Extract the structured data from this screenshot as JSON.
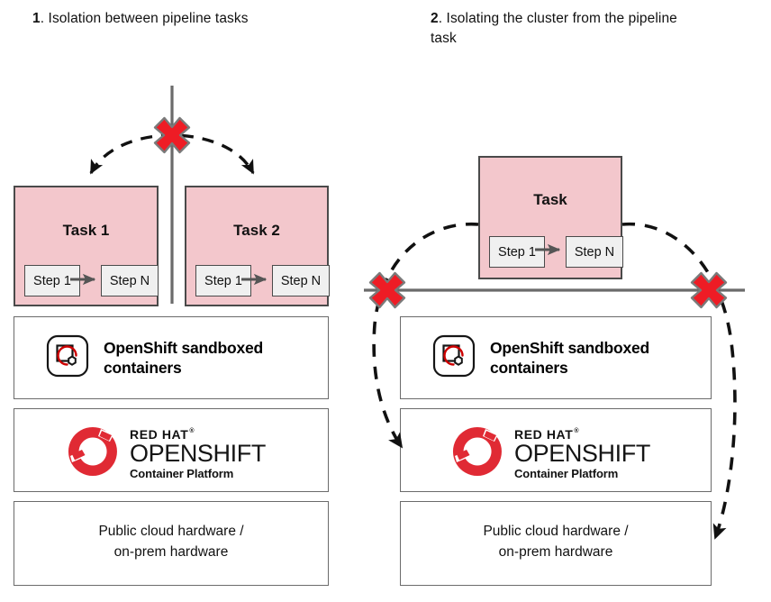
{
  "panels": [
    {
      "number": "1",
      "caption": ". Isolation between pipeline tasks",
      "tasks": [
        {
          "title": "Task 1",
          "steps": [
            "Step 1",
            "Step N"
          ]
        },
        {
          "title": "Task 2",
          "steps": [
            "Step 1",
            "Step N"
          ]
        }
      ],
      "layers": [
        {
          "type": "sandboxed",
          "label": "OpenShift sandboxed containers",
          "icon": "openshift-sandboxed-containers-icon"
        },
        {
          "type": "redhat",
          "line1": "RED HAT",
          "trademark": "®",
          "line2": "OPENSHIFT",
          "line3": "Container Platform"
        },
        {
          "type": "text",
          "line1": "Public cloud hardware /",
          "line2": "on-prem hardware"
        }
      ]
    },
    {
      "number": "2",
      "caption": ". Isolating the cluster from the pipeline task",
      "tasks": [
        {
          "title": "Task",
          "steps": [
            "Step 1",
            "Step N"
          ]
        }
      ],
      "layers": [
        {
          "type": "sandboxed",
          "label": "OpenShift sandboxed containers",
          "icon": "openshift-sandboxed-containers-icon"
        },
        {
          "type": "redhat",
          "line1": "RED HAT",
          "trademark": "®",
          "line2": "OPENSHIFT",
          "line3": "Container Platform"
        },
        {
          "type": "text",
          "line1": "Public cloud hardware /",
          "line2": "on-prem hardware"
        }
      ]
    }
  ],
  "markers": {
    "block_icon": "red-x-blocked-icon",
    "count_panel_1": 1,
    "count_panel_2": 2
  },
  "colors": {
    "task_fill": "#f3c7cc",
    "task_border": "#4a4a4a",
    "box_border": "#6b6b6b",
    "red_x": "#ee1c25",
    "red_x_outline": "#7a7a7a",
    "redhat_red": "#e02a34",
    "accent_red": "#cc0000",
    "divider_line": "#6b6b6b",
    "dashed_arrow": "#111111",
    "background": "#ffffff"
  }
}
